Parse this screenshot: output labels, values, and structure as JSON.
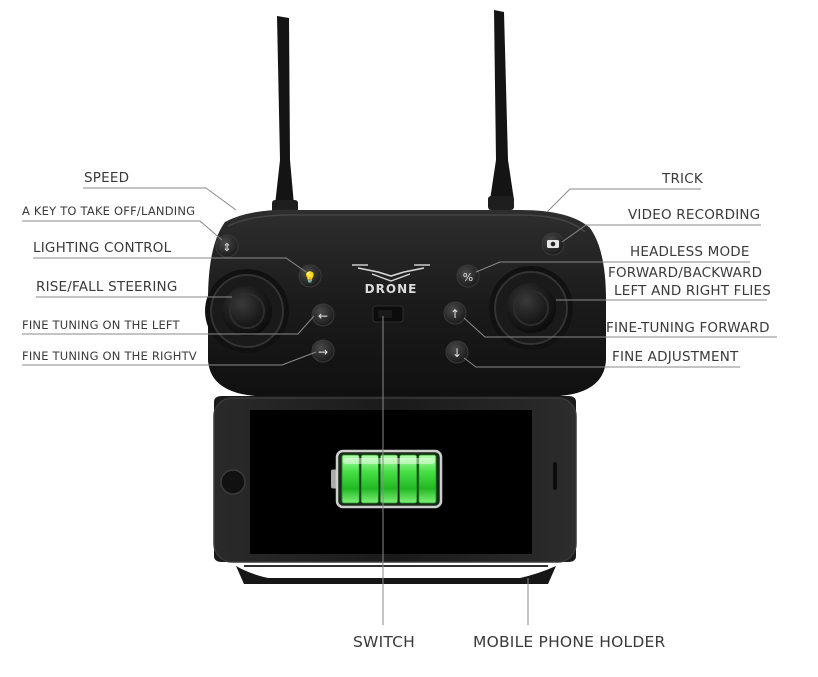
{
  "controller": {
    "brand": "DRONE",
    "labels_left": {
      "speed": "SPEED",
      "takeoff_landing": "A KEY TO TAKE OFF/LANDING",
      "lighting_control": "LIGHTING CONTROL",
      "rise_fall_steering": "RISE/FALL STEERING",
      "fine_tuning_left": "FINE TUNING ON THE LEFT",
      "fine_tuning_right": "FINE TUNING ON THE RIGHTV"
    },
    "labels_right": {
      "trick": "TRICK",
      "video_recording": "VIDEO RECORDING",
      "headless_mode": "HEADLESS MODE",
      "forward_backward_line1": "FORWARD/BACKWARD",
      "forward_backward_line2": "LEFT AND RIGHT FLIES",
      "fine_tuning_forward": "FINE-TUNING FORWARD",
      "fine_adjustment": "FINE ADJUSTMENT"
    },
    "labels_bottom": {
      "switch": "SWITCH",
      "phone_holder": "MOBILE PHONE HOLDER"
    }
  },
  "phone_screen": {
    "battery_icon": "battery-full-icon",
    "battery_level": 1.0,
    "battery_color": "#3bd43b"
  },
  "colors": {
    "controller_body": "#1c1c1c",
    "leader_line": "#8a8a8a",
    "label_text": "#3a3a3a"
  }
}
